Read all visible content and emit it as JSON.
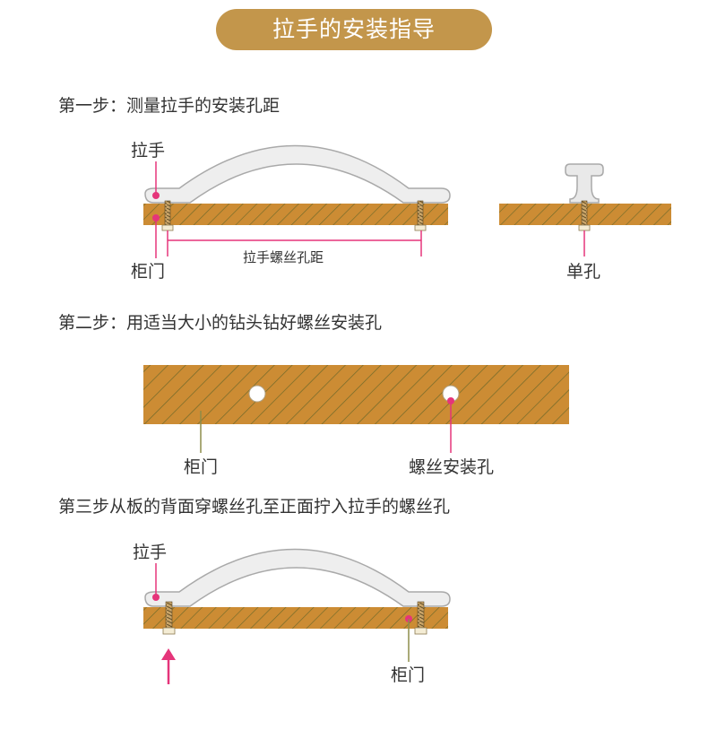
{
  "page_title": "拉手的安装指导",
  "colors": {
    "title_bg": "#c3964b",
    "wood": "#cc8c34",
    "wood_stripe": "#6f6a2a",
    "handle": "#eeeeee",
    "handle_stroke": "#a9a9a9",
    "marker": "#e5357a",
    "text": "#333333"
  },
  "step1": {
    "heading": "第一步：测量拉手的安装孔距",
    "handle_label": "拉手",
    "door_label": "柜门",
    "distance_label": "拉手螺丝孔距",
    "single_hole_label": "单孔"
  },
  "step2": {
    "heading": "第二步：用适当大小的钻头钻好螺丝安装孔",
    "door_label": "柜门",
    "hole_label": "螺丝安装孔"
  },
  "step3": {
    "heading": "第三步从板的背面穿螺丝孔至正面拧入拉手的螺丝孔",
    "handle_label": "拉手",
    "door_label": "柜门"
  }
}
